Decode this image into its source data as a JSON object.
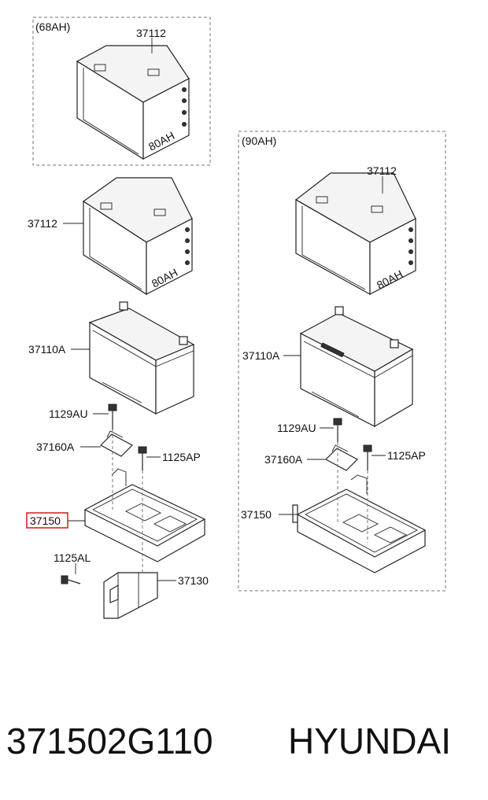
{
  "groups": {
    "left_box_label": "(68AH)",
    "right_box_label": "(90AH)"
  },
  "callouts": {
    "left_tray_in_box": "37112",
    "left_tray_open": "37112",
    "left_battery": "37110A",
    "left_bolt_top": "1129AU",
    "left_clamp": "37160A",
    "left_bolt_side": "1125AP",
    "left_tray_base": "37150",
    "left_bolt_bottom": "1125AL",
    "left_bracket": "37130",
    "right_tray": "37112",
    "right_battery": "37110A",
    "right_bolt_top": "1129AU",
    "right_clamp": "37160A",
    "right_bolt_side": "1125AP",
    "right_tray_base": "37150"
  },
  "footer": {
    "part_number": "371502G110",
    "brand": "HYUNDAI"
  },
  "colors": {
    "line": "#222222",
    "highlight": "#d62828",
    "background": "#ffffff"
  }
}
